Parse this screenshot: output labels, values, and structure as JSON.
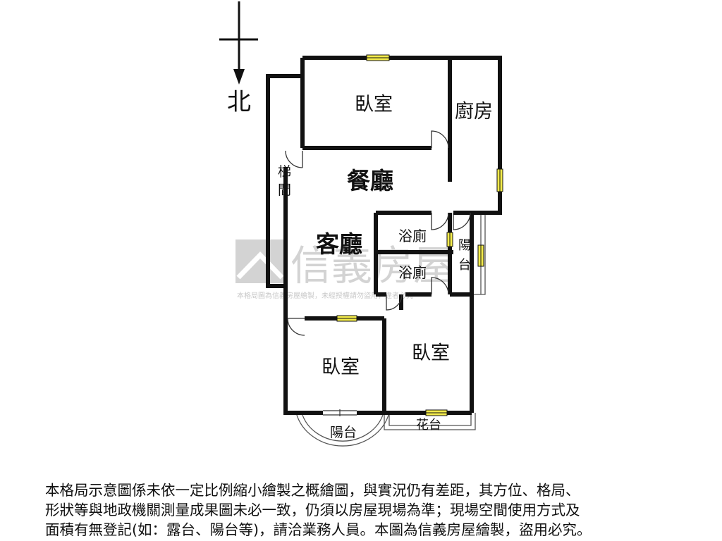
{
  "compass": {
    "north_label": "北"
  },
  "rooms": {
    "bedroom_top": "臥室",
    "kitchen": "廚房",
    "stairwell": [
      "梯",
      "間"
    ],
    "dining": "餐廳",
    "living": "客廳",
    "bath_upper": "浴廁",
    "bath_lower": "浴廁",
    "balcony_right": [
      "陽",
      "台"
    ],
    "bedroom_left": "臥室",
    "bedroom_right": "臥室",
    "balcony_bottom": "陽台",
    "planter": "花台"
  },
  "watermark": {
    "brand": "信義房屋",
    "notice": "本格局圖為信義房屋繪製，未經授權請勿盜用，違者必究"
  },
  "disclaimer": [
    "本格局示意圖係未依一定比例縮小繪製之概繪圖，與實況仍有差距，其方位、格局、",
    "形狀等與地政機關測量成果圖未必一致，仍須以房屋現場為準；現場空間使用方式及",
    "面積有無登記(如：露台、陽台等)，請洽業務人員。本圖為信義房屋繪製，盜用必究。"
  ],
  "colors": {
    "wall": "#111111",
    "window": "#f2ea4a",
    "watermark": "#d3d3d3"
  }
}
